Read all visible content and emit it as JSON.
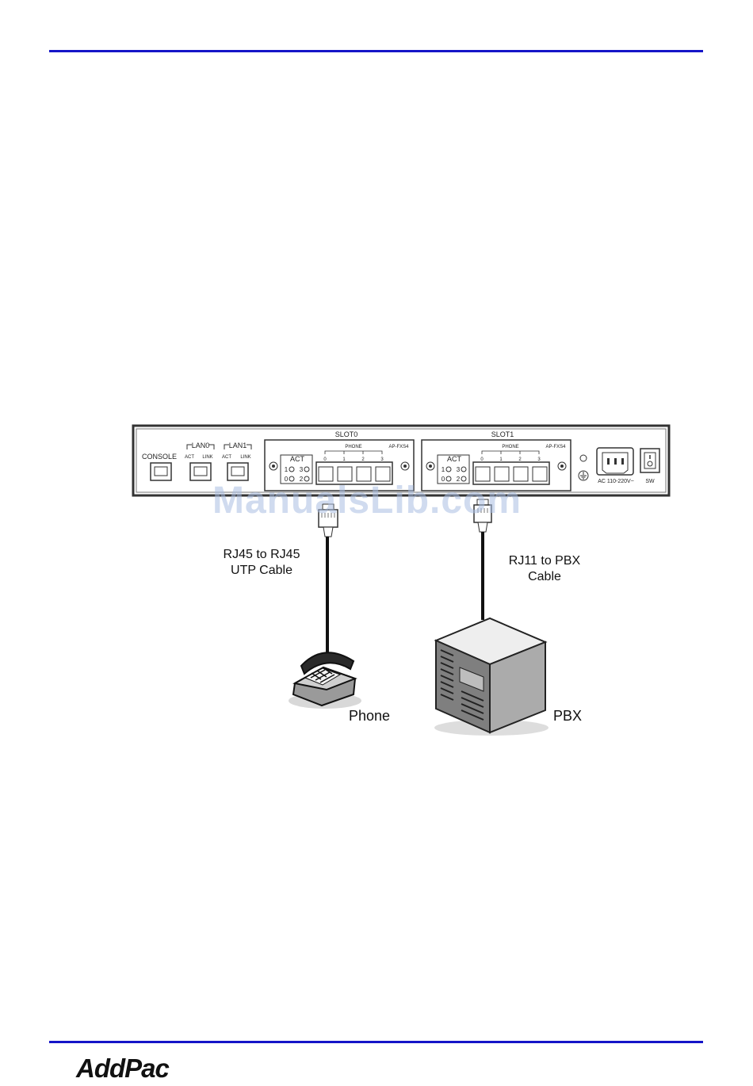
{
  "panel": {
    "console_label": "CONSOLE",
    "lan0_label": "LAN0",
    "lan1_label": "LAN1",
    "act_small": "ACT",
    "link_small": "LINK",
    "slot0_label": "SLOT0",
    "slot1_label": "SLOT1",
    "phone_label": "PHONE",
    "module_name": "AP-FXS4",
    "act_label": "ACT",
    "led_1": "1",
    "led_3": "3",
    "led_0": "0",
    "led_2": "2",
    "port_0": "0",
    "port_1": "1",
    "port_2": "2",
    "port_3": "3",
    "ac_label": "AC 110-220V~",
    "sw_label": "SW"
  },
  "cables": {
    "left_line1": "RJ45 to RJ45",
    "left_line2": "UTP Cable",
    "right_line1": "RJ11 to PBX",
    "right_line2": "Cable"
  },
  "devices": {
    "phone_label": "Phone",
    "pbx_label": "PBX"
  },
  "watermark": "ManualsLib.com",
  "footer": {
    "logo": "AddPac"
  },
  "colors": {
    "rule": "#1515c8",
    "panel_border": "#333333"
  }
}
